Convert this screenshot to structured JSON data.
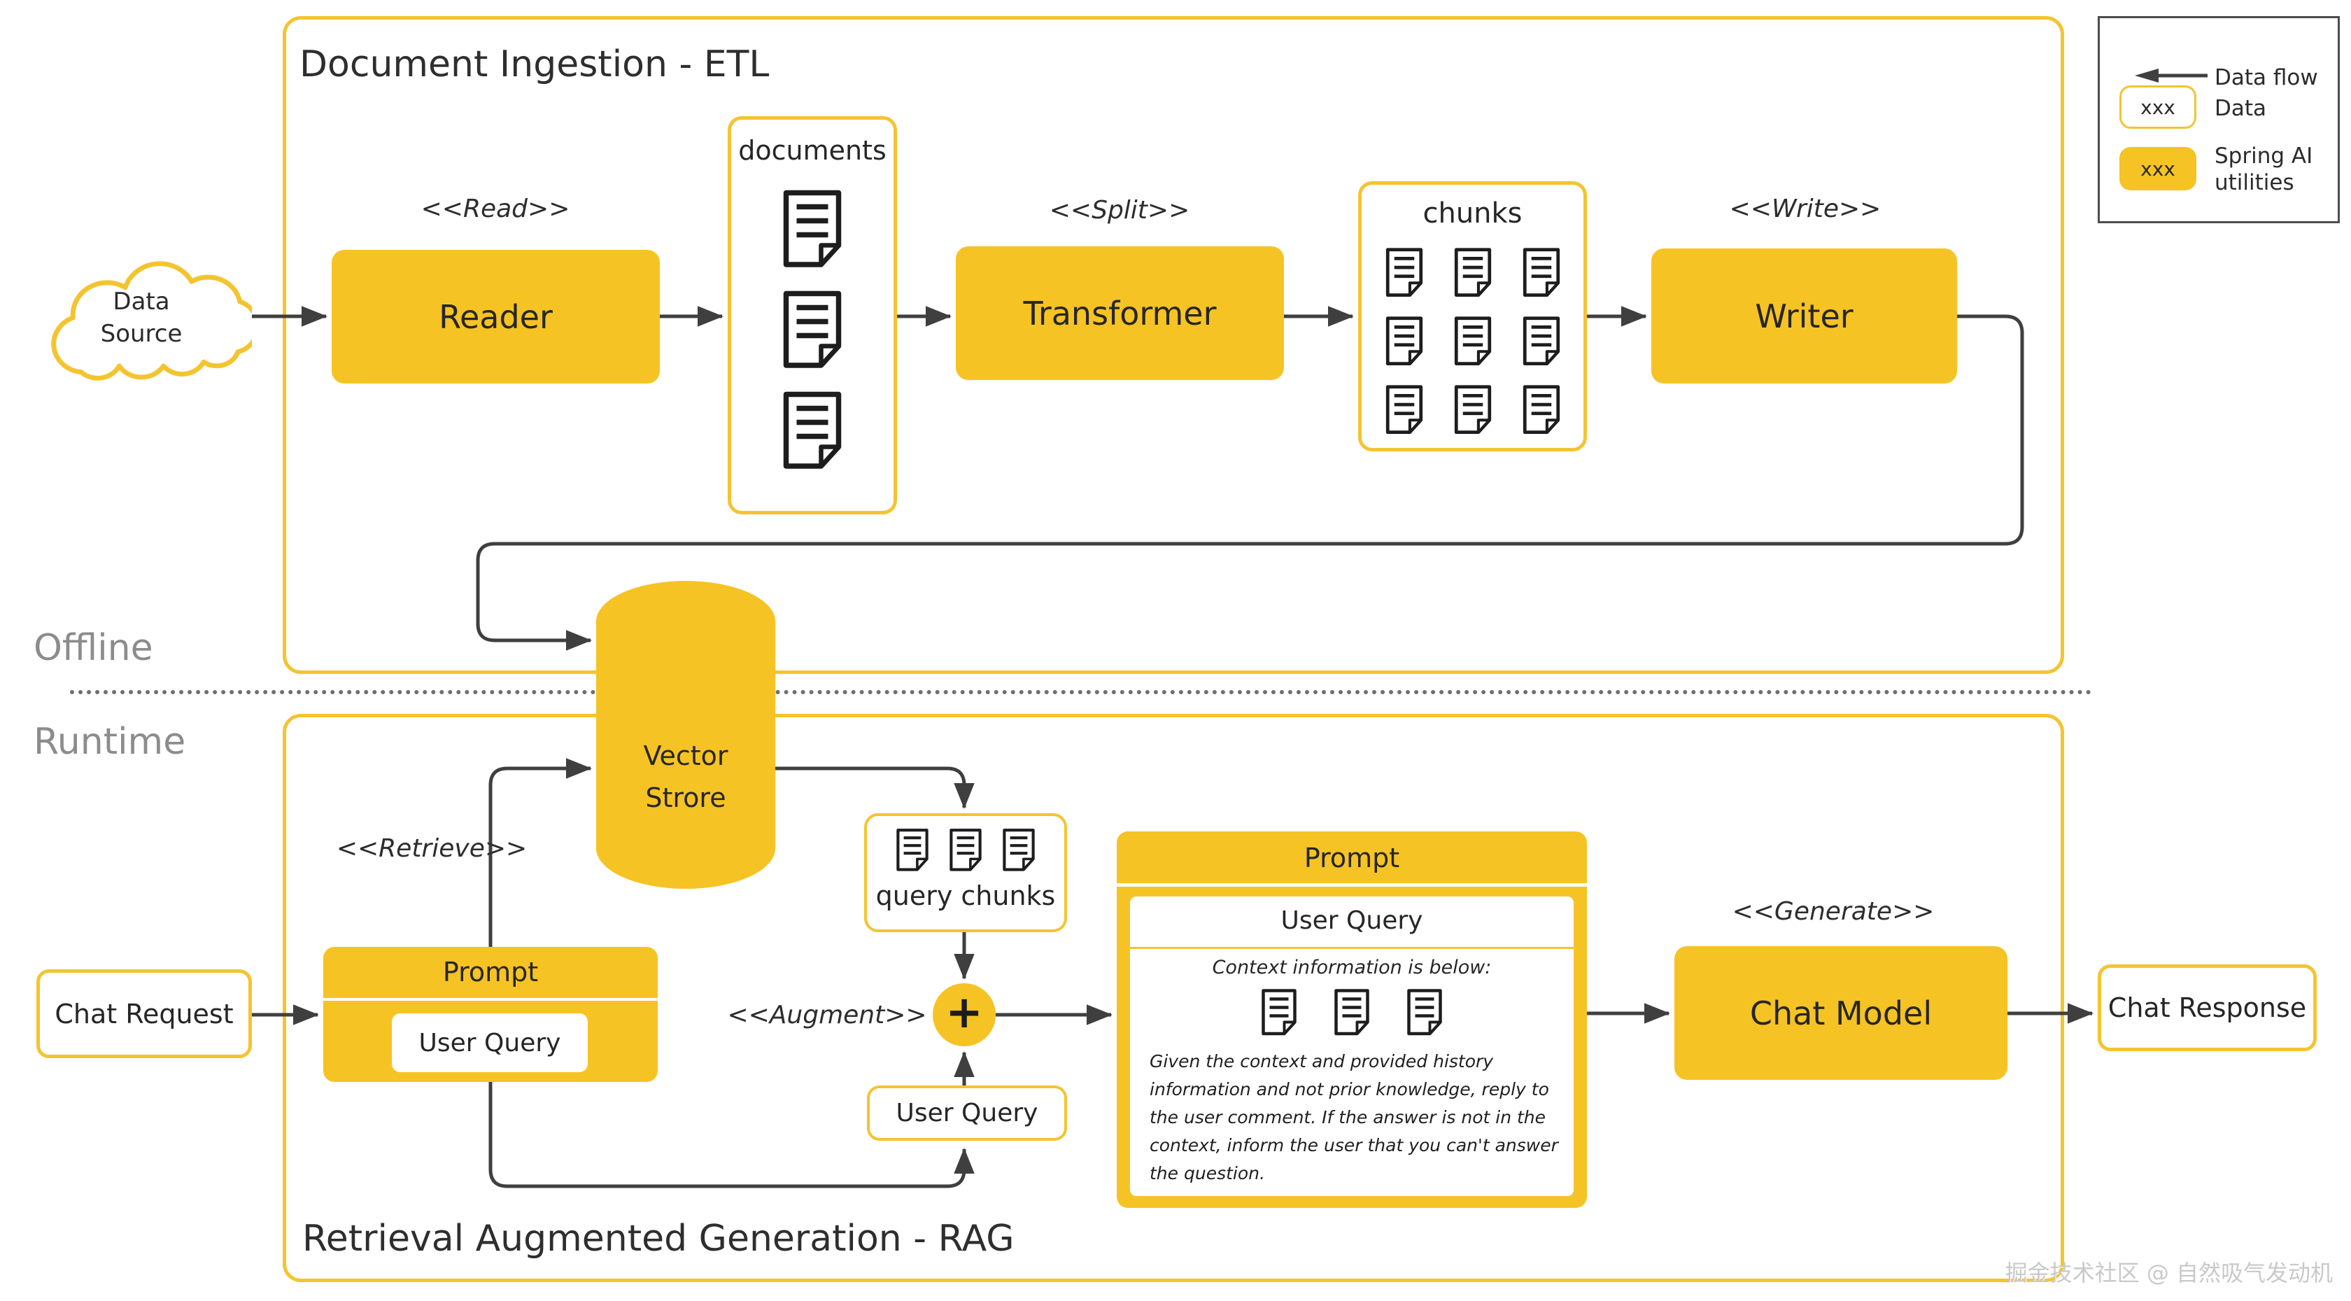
{
  "legend": {
    "data_flow_label": "Data flow",
    "data_swatch_text": "xxx",
    "data_label": "Data",
    "spring_swatch_text": "xxx",
    "spring_label": "Spring AI utilities"
  },
  "etl": {
    "title": "Document Ingestion - ETL",
    "data_source_label": "Data Source",
    "read_stereotype": "<<Read>>",
    "reader_label": "Reader",
    "documents_title": "documents",
    "split_stereotype": "<<Split>>",
    "transformer_label": "Transformer",
    "chunks_title": "chunks",
    "write_stereotype": "<<Write>>",
    "writer_label": "Writer"
  },
  "lanes": {
    "offline_label": "Offline",
    "runtime_label": "Runtime"
  },
  "vector_store_label": "Vector Strore",
  "rag": {
    "title": "Retrieval Augmented Generation - RAG",
    "chat_request_label": "Chat Request",
    "retrieve_stereotype": "<<Retrieve>>",
    "prompt_box": {
      "title": "Prompt",
      "user_query_label": "User Query"
    },
    "query_chunks_title": "query chunks",
    "augment_stereotype": "<<Augment>>",
    "plus_symbol": "+",
    "user_query_label": "User Query",
    "prompt_detail": {
      "title": "Prompt",
      "user_query_label": "User Query",
      "context_heading": "Context information is below:",
      "instructions": "Given the context and provided history information and not prior knowledge, reply to the user comment. If the answer is not in the context, inform the user that you can't answer the question."
    },
    "generate_stereotype": "<<Generate>>",
    "chat_model_label": "Chat Model",
    "chat_response_label": "Chat Response"
  },
  "watermark": "掘金技术社区 @ 自然吸气发动机",
  "colors": {
    "yellow_fill": "#F6C324",
    "yellow_border": "#F4C430",
    "line": "#3F3F3F",
    "lane_label": "#8C8C8C",
    "dotted_divider": "#6F6F6F"
  }
}
